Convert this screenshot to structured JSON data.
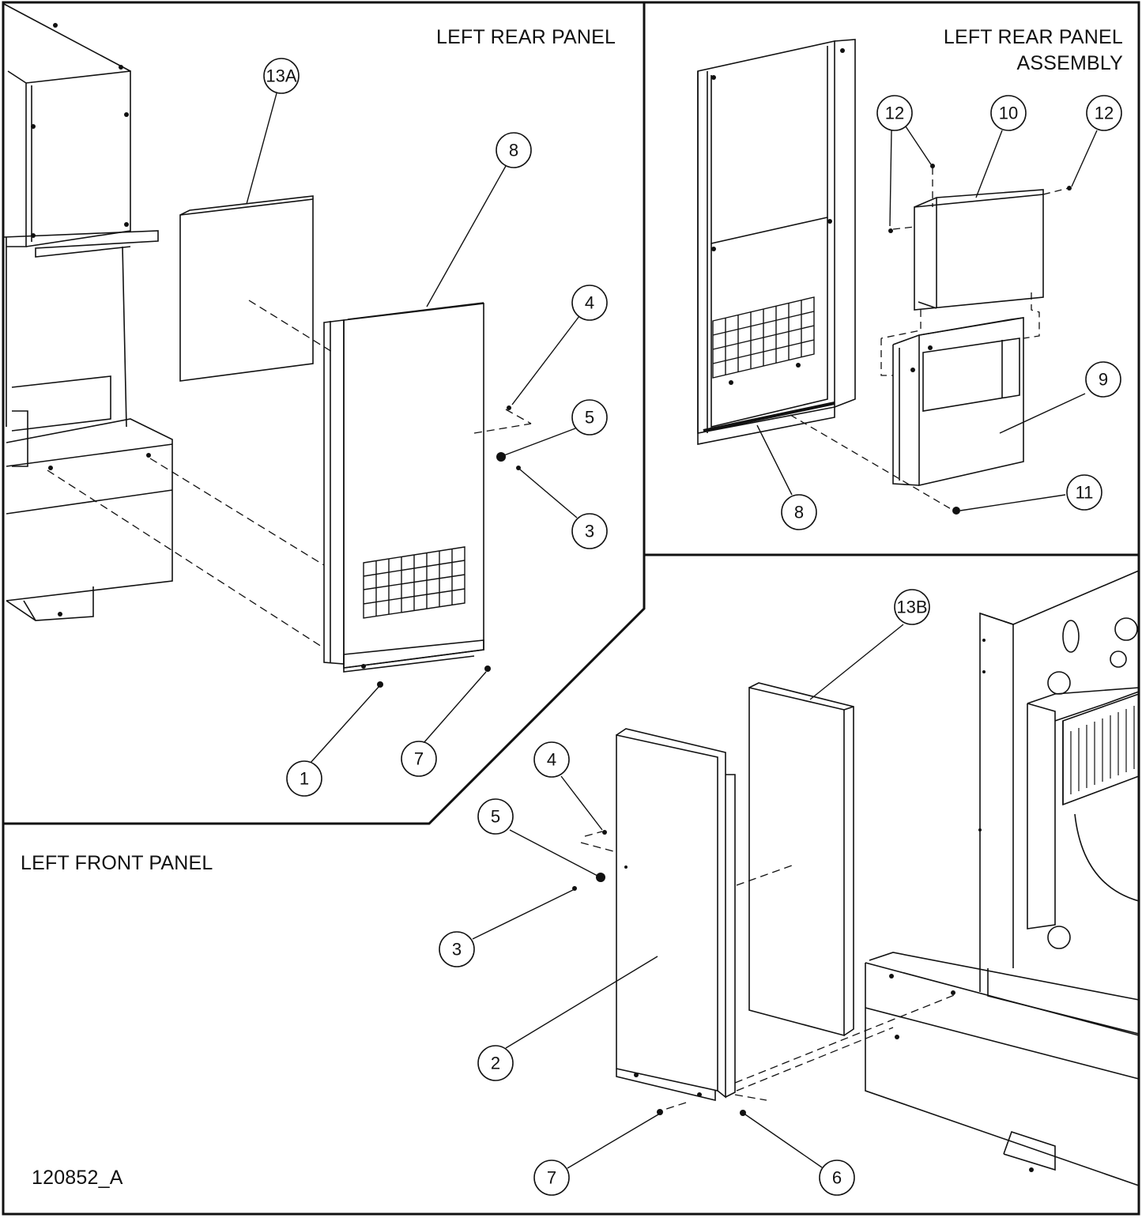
{
  "panels": {
    "left_rear": "LEFT REAR PANEL",
    "left_rear_assembly_line1": "LEFT REAR PANEL",
    "left_rear_assembly_line2": "ASSEMBLY",
    "left_front": "LEFT FRONT PANEL"
  },
  "drawing_number": "120852_A",
  "callouts": {
    "rear": {
      "c13a": "13A",
      "c8": "8",
      "c4": "4",
      "c5": "5",
      "c3": "3",
      "c1": "1",
      "c7": "7"
    },
    "assembly": {
      "c12a": "12",
      "c10": "10",
      "c12b": "12",
      "c9": "9",
      "c8": "8",
      "c11": "11"
    },
    "front": {
      "c13b": "13B",
      "c4": "4",
      "c5": "5",
      "c3": "3",
      "c2": "2",
      "c7": "7",
      "c6": "6"
    }
  },
  "colors": {
    "line": "#111111",
    "background": "#ffffff"
  }
}
